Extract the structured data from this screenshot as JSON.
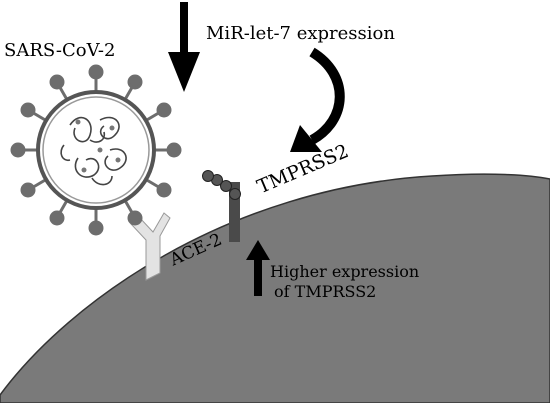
{
  "virus": {
    "name": "SARS-CoV-2"
  },
  "mirna": {
    "label": "MiR-let-7 expression"
  },
  "protease": {
    "label": "TMPRSS2"
  },
  "receptor": {
    "label": "ACE-2"
  },
  "effect": {
    "line1": "Higher expression",
    "line2": "of TMPRSS2"
  },
  "colors": {
    "cell_fill": "#7a7a7a",
    "receptor_fill": "#e3e3e3",
    "protease_fill": "#4a4a4a",
    "virus_spike": "#6d6d6d",
    "arrow": "#000000"
  }
}
